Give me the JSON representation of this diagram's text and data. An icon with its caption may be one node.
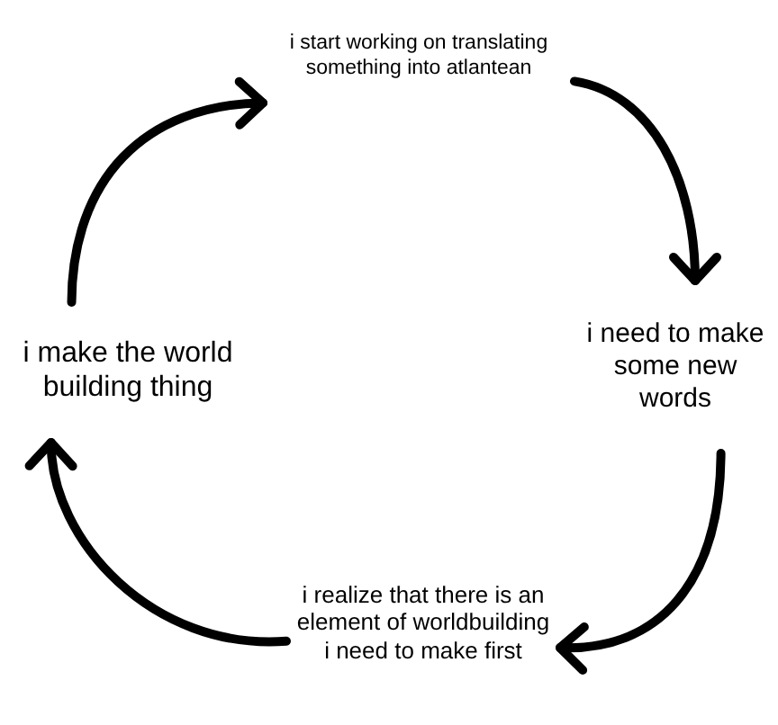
{
  "diagram": {
    "nodes": [
      {
        "text": [
          "i start working on translating something into atlantean"
        ]
      },
      {
        "text": [
          "i need to make some new words"
        ]
      },
      {
        "text": [
          "i realize that there is an element of worldbuilding i need to make first"
        ]
      },
      {
        "text": [
          "i make the world building thing"
        ]
      }
    ],
    "edges": [
      {
        "from": 0,
        "to": 1,
        "arrow": "to"
      },
      {
        "from": 1,
        "to": 2,
        "arrow": "to"
      },
      {
        "from": 2,
        "to": 3,
        "arrow": "to"
      },
      {
        "from": 3,
        "to": 0,
        "arrow": "to"
      }
    ]
  }
}
